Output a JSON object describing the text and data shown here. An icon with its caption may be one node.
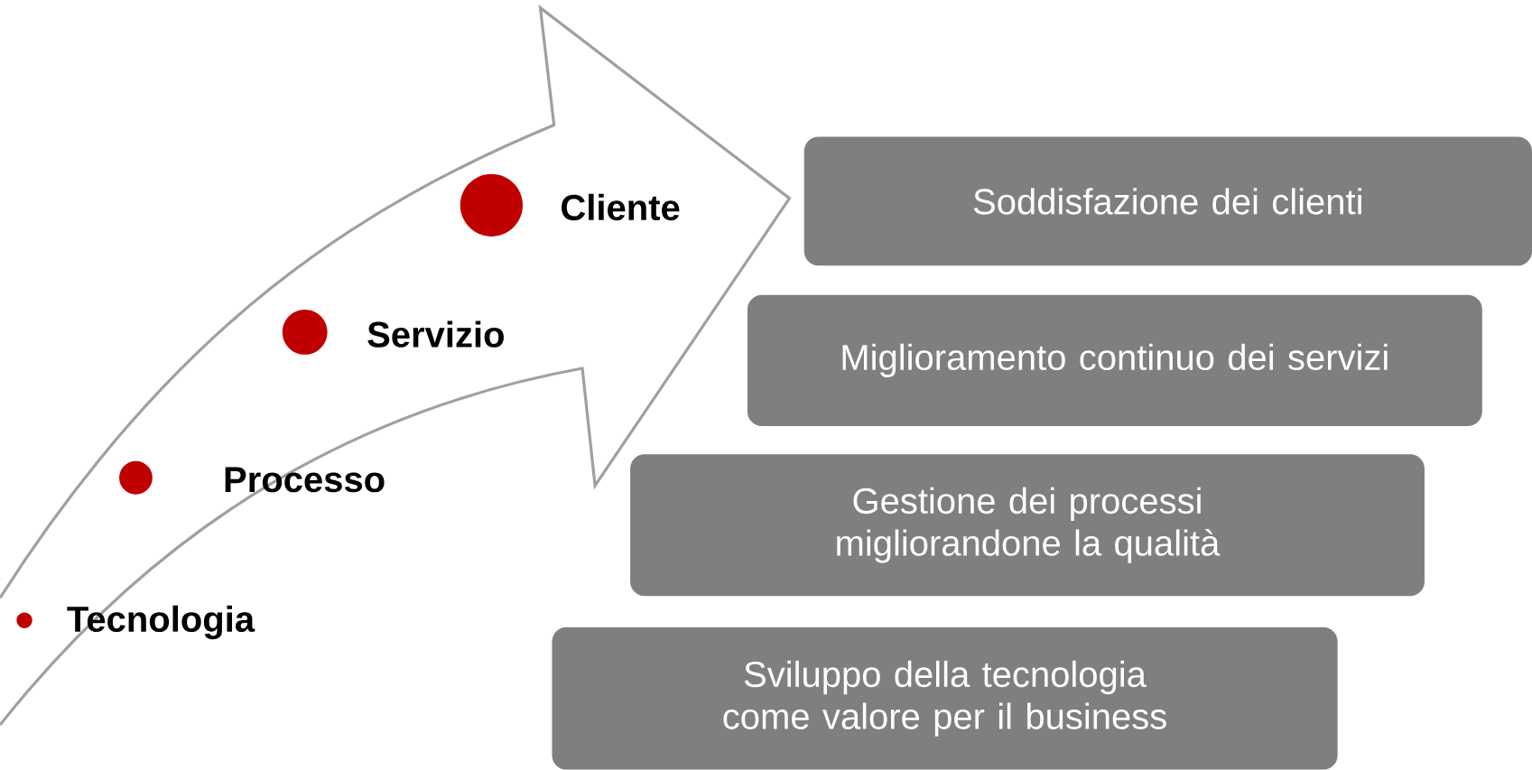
{
  "diagram": {
    "nodes": [
      {
        "text": [
          "Soddisfazione dei clienti"
        ]
      },
      {
        "text": [
          "Miglioramento continuo dei servizi"
        ]
      },
      {
        "text": [
          "Gestione dei processi migliorandone la qualità"
        ]
      },
      {
        "text": [
          "Sviluppo della tecnologia come valore per il business"
        ]
      }
    ],
    "labels": [
      "Cliente",
      "Servizio",
      "Processo",
      "Tecnologia"
    ]
  }
}
